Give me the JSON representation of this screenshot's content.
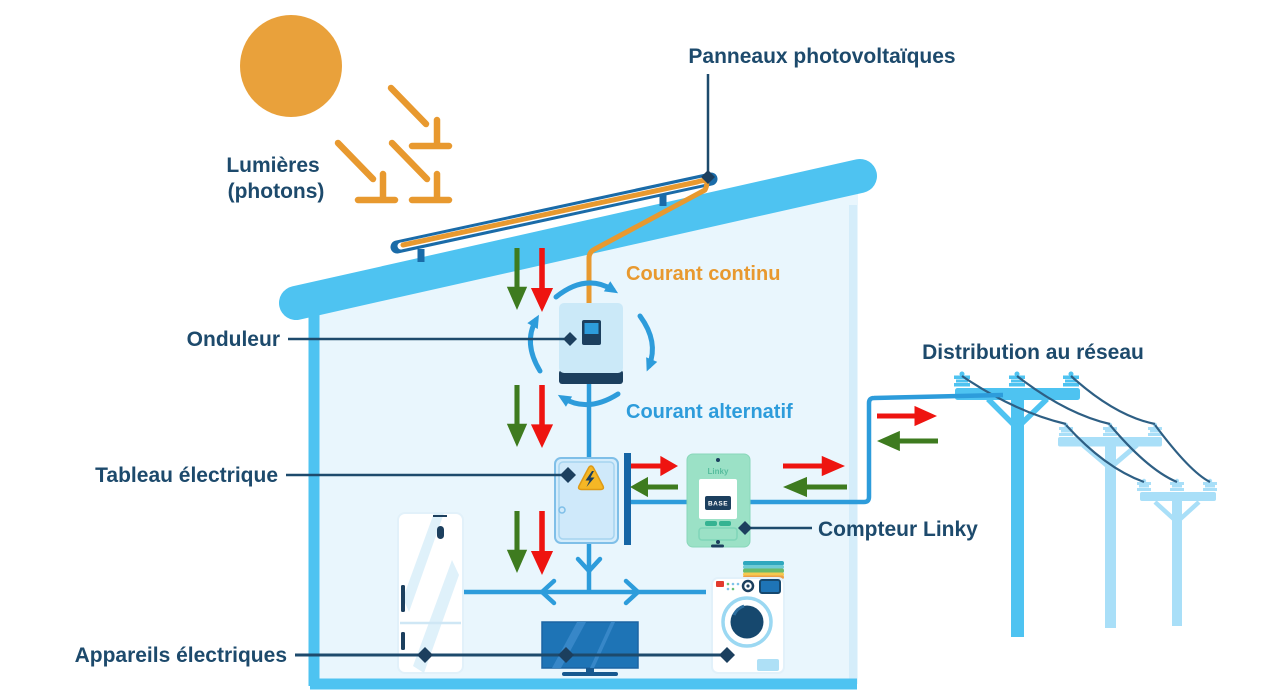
{
  "diagram": {
    "labels": {
      "panels": "Panneaux photovoltaïques",
      "light_line1": "Lumières",
      "light_line2": "(photons)",
      "inverter": "Onduleur",
      "dc_current": "Courant continu",
      "ac_current": "Courant alternatif",
      "electrical_panel": "Tableau électrique",
      "meter": "Compteur Linky",
      "grid": "Distribution au réseau",
      "appliances": "Appareils électriques"
    },
    "meter_device": {
      "brand": "Linky",
      "display_mode": "BASE"
    },
    "colors": {
      "label_navy": "#1D4A6C",
      "dark_navy": "#1C3F5E",
      "orange": "#E8992F",
      "sun_orange": "#E9A13B",
      "sky_blue": "#4EC3F1",
      "pale_interior": "#E9F6FD",
      "wire_blue": "#2D9CDB",
      "panel_frame_blue": "#1A6BA8",
      "arrow_red": "#EE1410",
      "arrow_green": "#3E7B1F",
      "meter_mint": "#9BE1C6",
      "warning_yellow": "#F5B725",
      "pole_light_blue": "#A9DFF8",
      "catenary_navy": "#2E5F84"
    }
  }
}
